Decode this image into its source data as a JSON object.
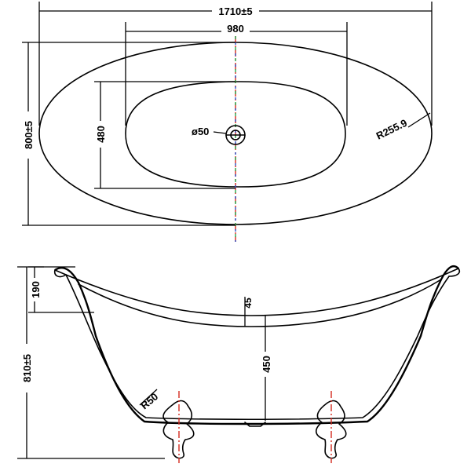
{
  "top_view": {
    "overall_length": "1710±5",
    "inner_length": "980",
    "overall_width": "800±5",
    "inner_width": "480",
    "drain_diameter": "ø50",
    "end_radius": "R255.9"
  },
  "side_view": {
    "rim_drop": "190",
    "overall_height": "810±5",
    "floor_thickness": "45",
    "inner_depth": "450",
    "corner_radius": "R50"
  },
  "colors": {
    "line": "#000000",
    "centerline_red": "#d42a20",
    "centerline_green": "#2aa84a",
    "centerline_blue": "#2850c8"
  }
}
